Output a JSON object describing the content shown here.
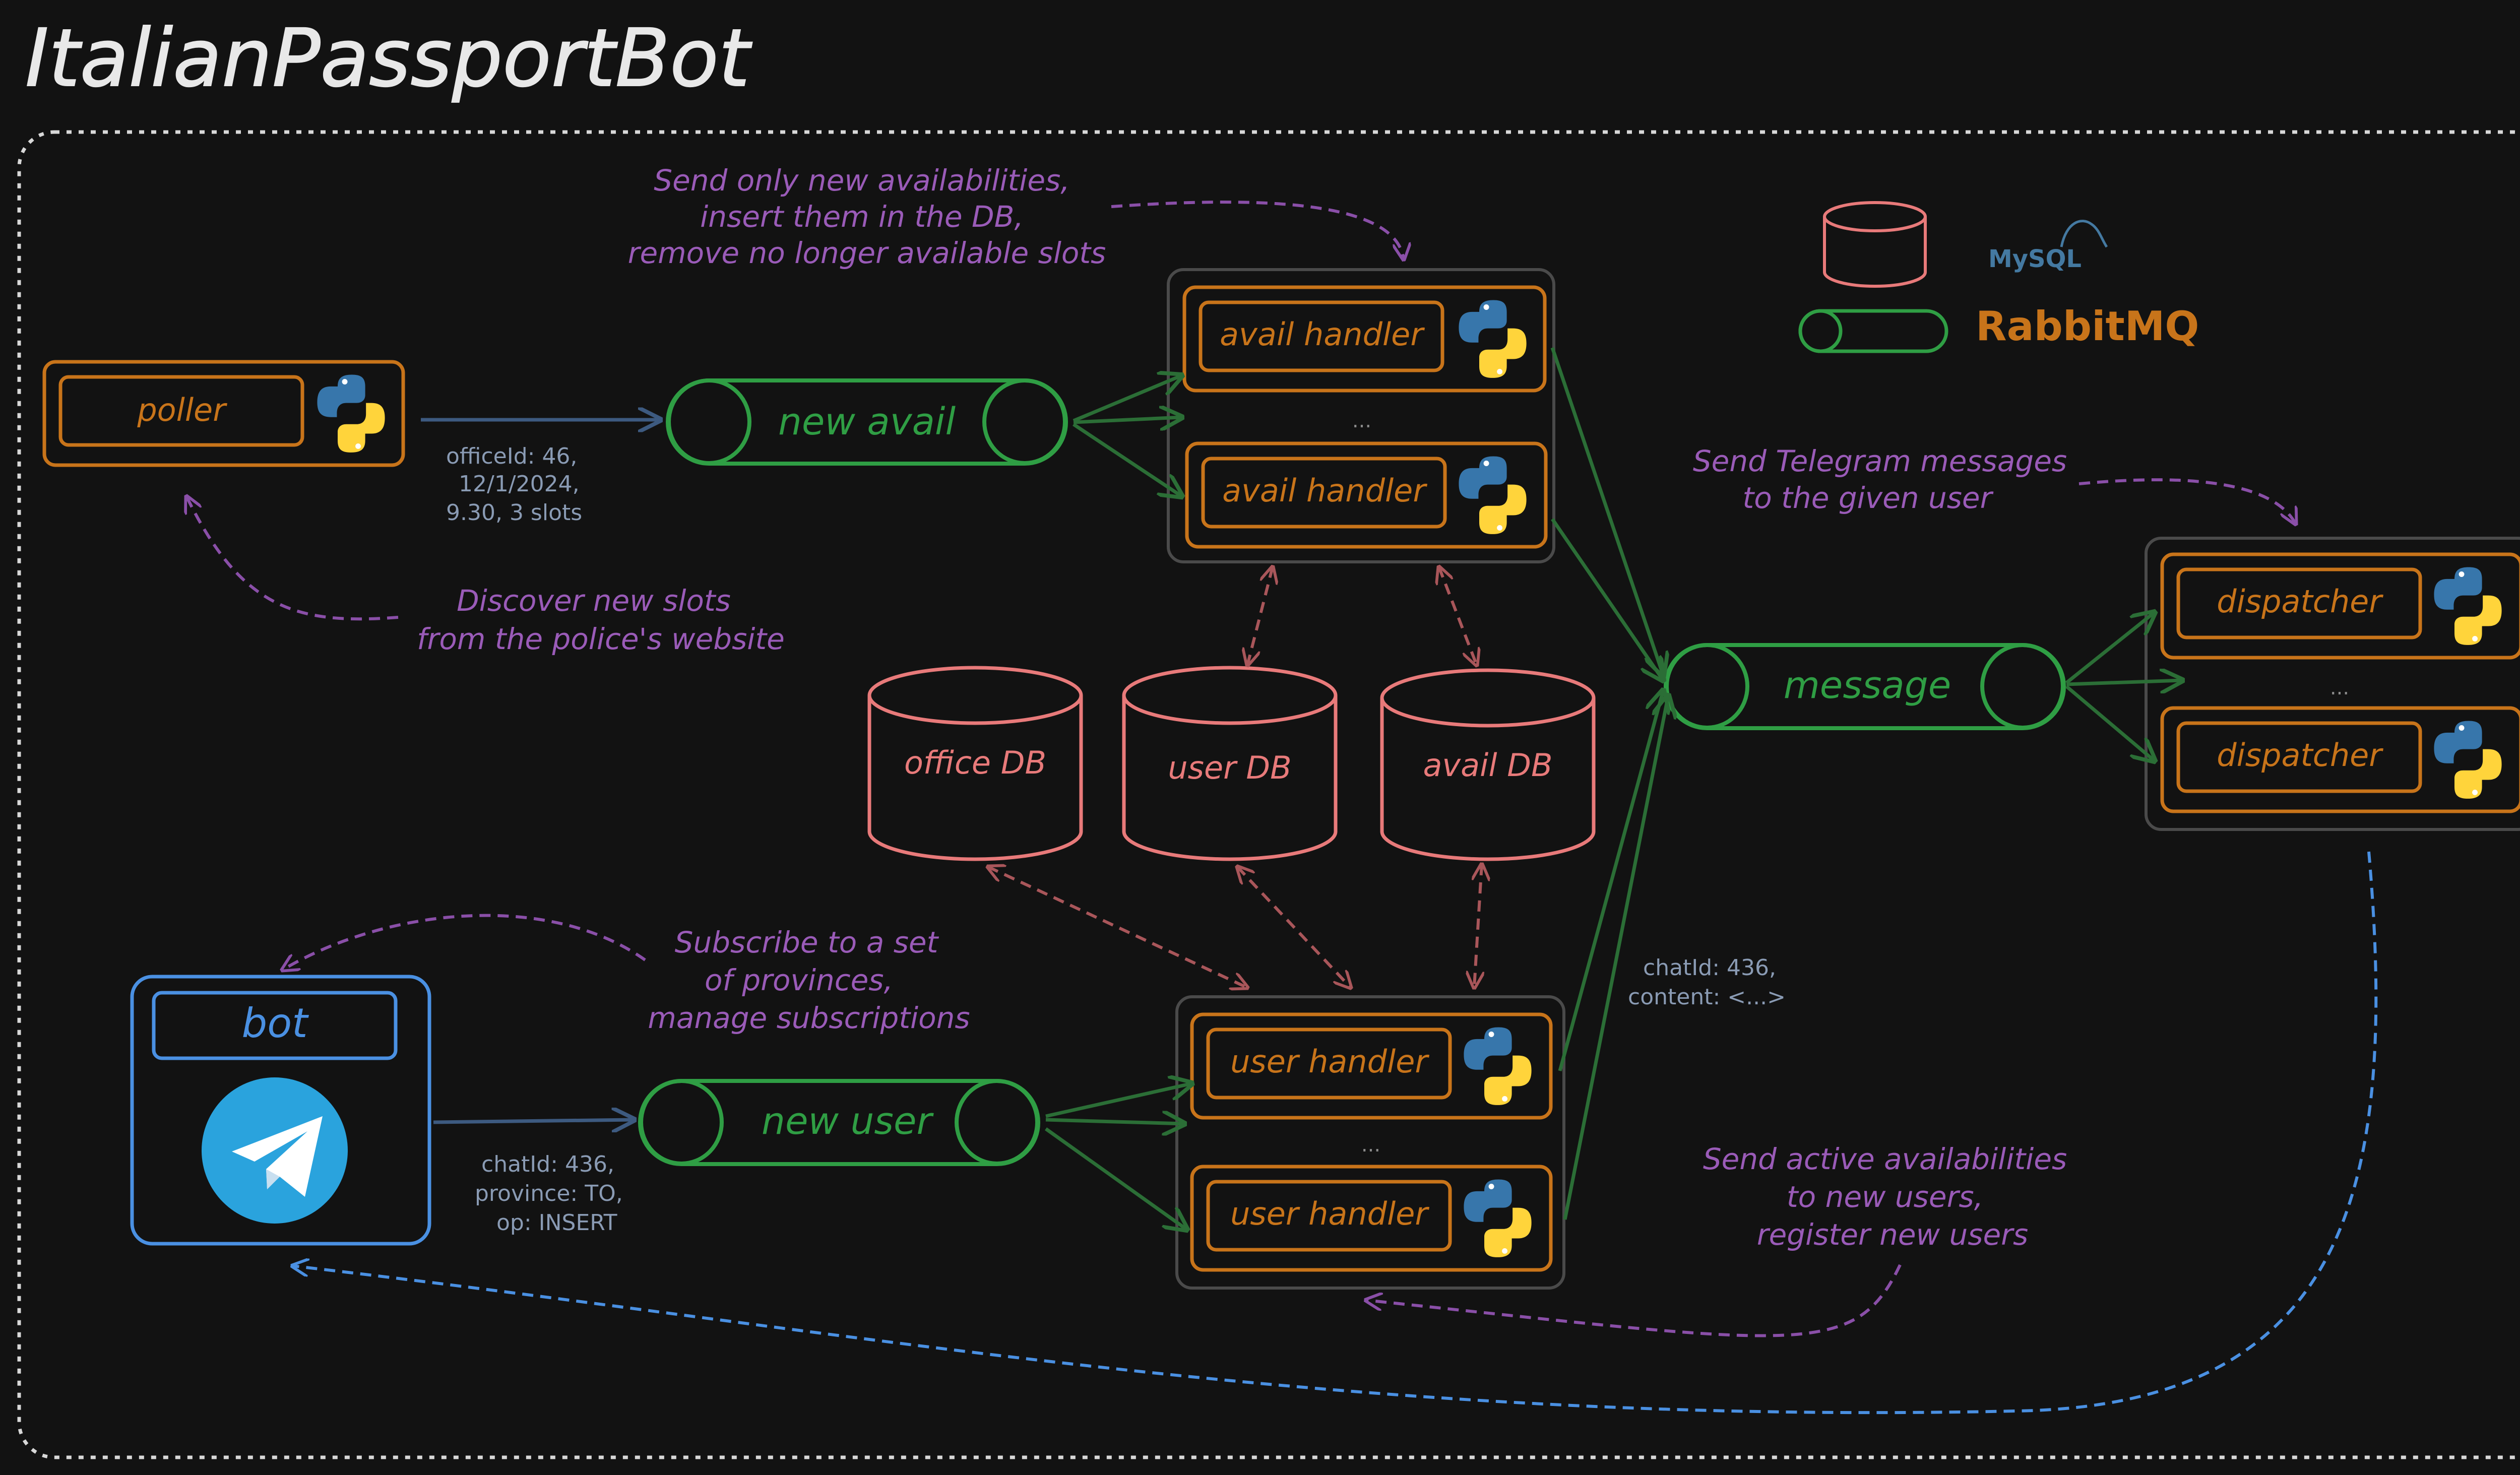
{
  "title": "ItalianPassportBot",
  "colors": {
    "background": "#121212",
    "orange": "#c8741a",
    "green": "#2f9e44",
    "green_line": "#2b6e36",
    "pink": "#e87a7a",
    "purple": "#9a5bb8",
    "blue": "#4a90e2",
    "navy_line": "#3d5a80",
    "frame": "#d8d8d8",
    "group": "#4a4a4a",
    "code": "#8a9bb4"
  },
  "legend": {
    "mysql": "MySQL",
    "rabbitmq": "RabbitMQ"
  },
  "components": {
    "poller": "poller",
    "avail_handler": "avail handler",
    "user_handler": "user handler",
    "dispatcher": "dispatcher",
    "bot": "bot",
    "ellipsis": "..."
  },
  "queues": {
    "new_avail": "new avail",
    "new_user": "new user",
    "message": "message"
  },
  "databases": {
    "office": "office DB",
    "user": "user DB",
    "avail": "avail DB"
  },
  "payloads": {
    "avail": [
      "officeId: 46,",
      "12/1/2024,",
      "9.30, 3 slots"
    ],
    "message": [
      "chatId: 436,",
      "content: <...>"
    ],
    "user": [
      "chatId: 436,",
      "province: TO,",
      "op: INSERT"
    ]
  },
  "notes": {
    "avail": [
      "Send only new availabilities,",
      "insert them in the DB,",
      "remove no longer available slots"
    ],
    "poller": [
      "Discover new slots",
      "from the police's website"
    ],
    "dispatcher": [
      "Send Telegram messages",
      "to the given user"
    ],
    "bot": [
      "Subscribe to a set",
      "of provinces,",
      "manage subscriptions"
    ],
    "user": [
      "Send active availabilities",
      "to new users,",
      "register new users"
    ]
  },
  "icons": {
    "python": "python-logo-icon",
    "telegram": "telegram-logo-icon",
    "mysql": "mysql-dolphin-icon"
  }
}
